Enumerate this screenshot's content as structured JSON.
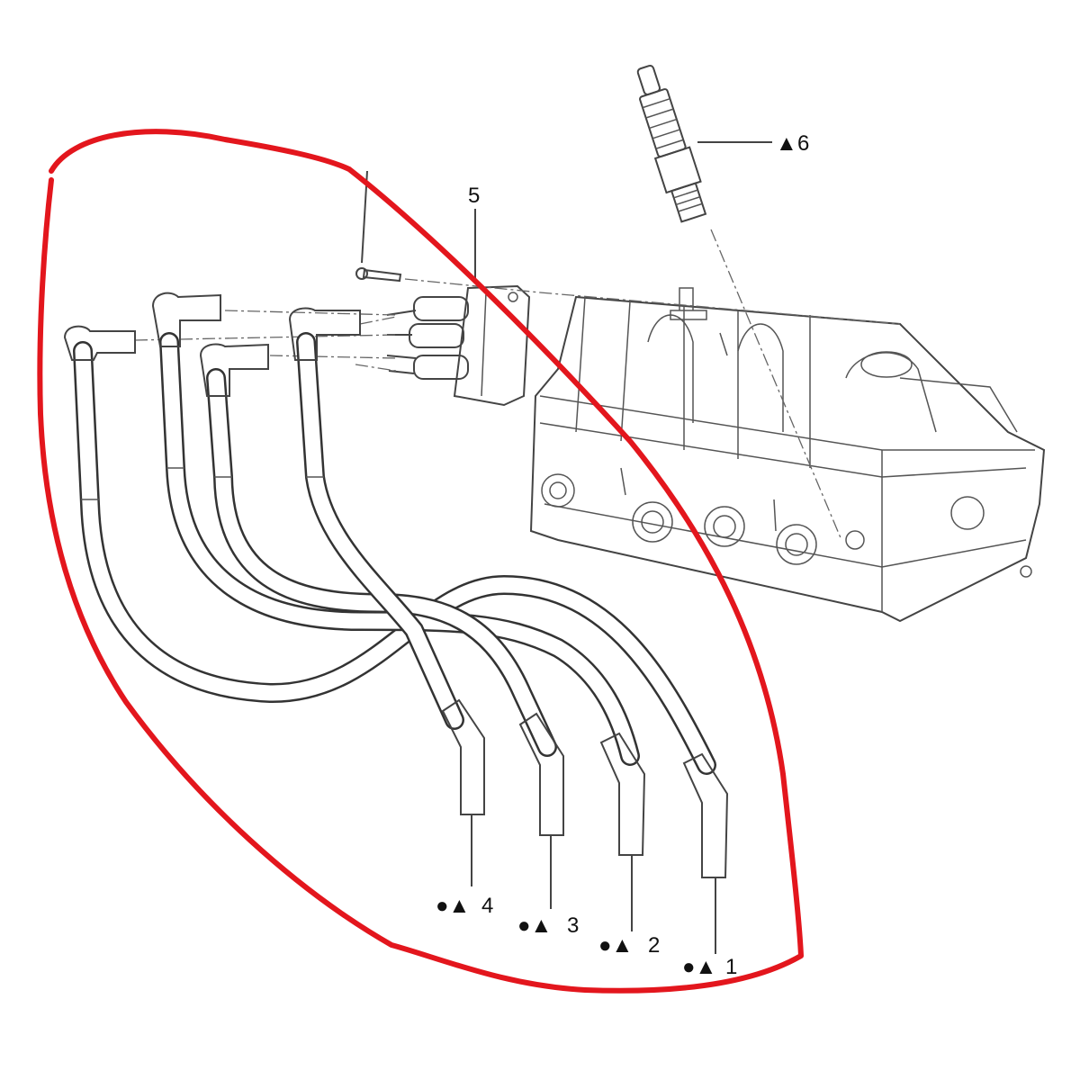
{
  "diagram": {
    "callouts": [
      {
        "number": "1",
        "symbols": "●▲"
      },
      {
        "number": "2",
        "symbols": "●▲"
      },
      {
        "number": "3",
        "symbols": "●▲"
      },
      {
        "number": "4",
        "symbols": "●▲"
      },
      {
        "number": "5",
        "symbols": ""
      },
      {
        "number": "6",
        "symbols": "▲"
      }
    ],
    "highlight_color": "#e3161d",
    "line_color": "#333333"
  }
}
